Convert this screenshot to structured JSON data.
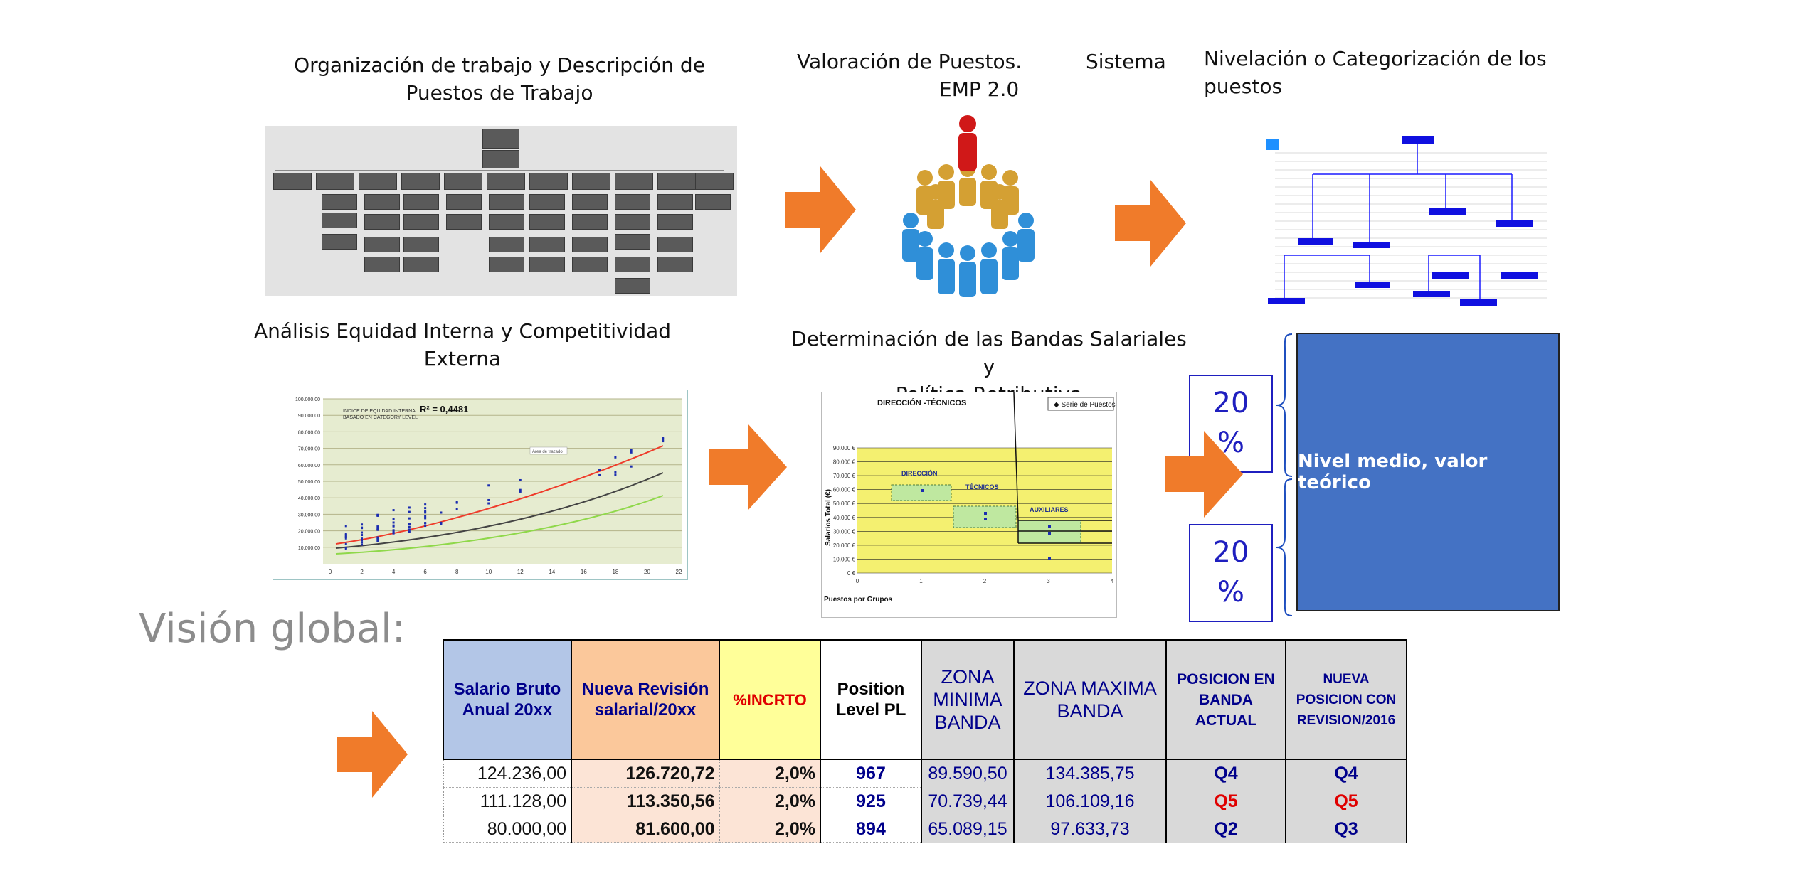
{
  "titles": {
    "org": "Organización de trabajo y Descripción de Puestos de Trabajo",
    "org_line1": "Organización de trabajo y Descripción de",
    "org_line2": "Puestos de Trabajo",
    "valoracion_line1": "Valoración de Puestos.",
    "valoracion_line2": "EMP 2.0",
    "sistema": "Sistema",
    "nivelacion": "Nivelación o Categorización de los puestos",
    "analisis_line1": "Análisis Equidad Interna y Competitividad",
    "analisis_line2": "Externa",
    "bandas_line1": "Determinación de las Bandas Salariales y",
    "bandas_line2": "Política Retributiva",
    "vision": "Visión global:"
  },
  "bandas_diagram": {
    "pct_top": "20 %",
    "pct_bottom": "20 %",
    "pct_top_line1": "20",
    "pct_top_line2": "%",
    "pct_bottom_line1": "20",
    "pct_bottom_line2": "%",
    "mid_label": "Nivel medio, valor teórico"
  },
  "scatter_chart": {
    "legend_title_1": "INDICE DE EQUIDAD INTERNA",
    "legend_title_2": "BASADO EN CATEGORY LEVEL",
    "r2": "R² = 0,4481",
    "trend_label": "Área de trazado",
    "y_ticks": [
      "100.000,00",
      "90.000,00",
      "80.000,00",
      "70.000,00",
      "60.000,00",
      "50.000,00",
      "40.000,00",
      "30.000,00",
      "20.000,00",
      "10.000,00"
    ],
    "x_ticks": [
      "0",
      "2",
      "4",
      "6",
      "8",
      "10",
      "12",
      "14",
      "16",
      "18",
      "20",
      "22"
    ]
  },
  "band_chart": {
    "title": "DIRECCIÓN -TÉCNICOS",
    "legend": "Serie de Puestos",
    "ylabel": "Salarios Total (€)",
    "xlabel": "Puestos por Grupos",
    "y_ticks": [
      "90.000 €",
      "80.000 €",
      "70.000 €",
      "60.000 €",
      "50.000 €",
      "40.000 €",
      "30.000 €",
      "20.000 €",
      "10.000 €",
      "0 €"
    ],
    "x_ticks": [
      "0",
      "1",
      "2",
      "3",
      "4"
    ],
    "groups": [
      "DIRECCIÓN",
      "TÉCNICOS",
      "AUXILIARES"
    ]
  },
  "table": {
    "headers": [
      "Salario Bruto Anual 20xx",
      "Nueva Revisión salarial/20xx",
      "%INCRTO",
      "Position Level PL",
      "ZONA MINIMA BANDA",
      "ZONA MAXIMA BANDA",
      "POSICION EN BANDA ACTUAL",
      "NUEVA POSICION CON REVISION/2016"
    ],
    "rows": [
      [
        "124.236,00",
        "126.720,72",
        "2,0%",
        "967",
        "89.590,50",
        "134.385,75",
        "Q4",
        "Q4"
      ],
      [
        "111.128,00",
        "113.350,56",
        "2,0%",
        "925",
        "70.739,44",
        "106.109,16",
        "Q5",
        "Q5"
      ],
      [
        "80.000,00",
        "81.600,00",
        "2,0%",
        "894",
        "65.089,15",
        "97.633,73",
        "Q2",
        "Q3"
      ]
    ]
  },
  "colors": {
    "arrow": "#f07b2a",
    "band_box": "#4472c4",
    "pct_text": "#1f1fbf",
    "header_blue": "#b3c6e7",
    "header_orange": "#fbc89b",
    "header_yellow": "#ffff99",
    "header_gray": "#d9d9d9",
    "row_peach": "#fce4d6",
    "navy": "#00008b",
    "red": "#e00000"
  }
}
